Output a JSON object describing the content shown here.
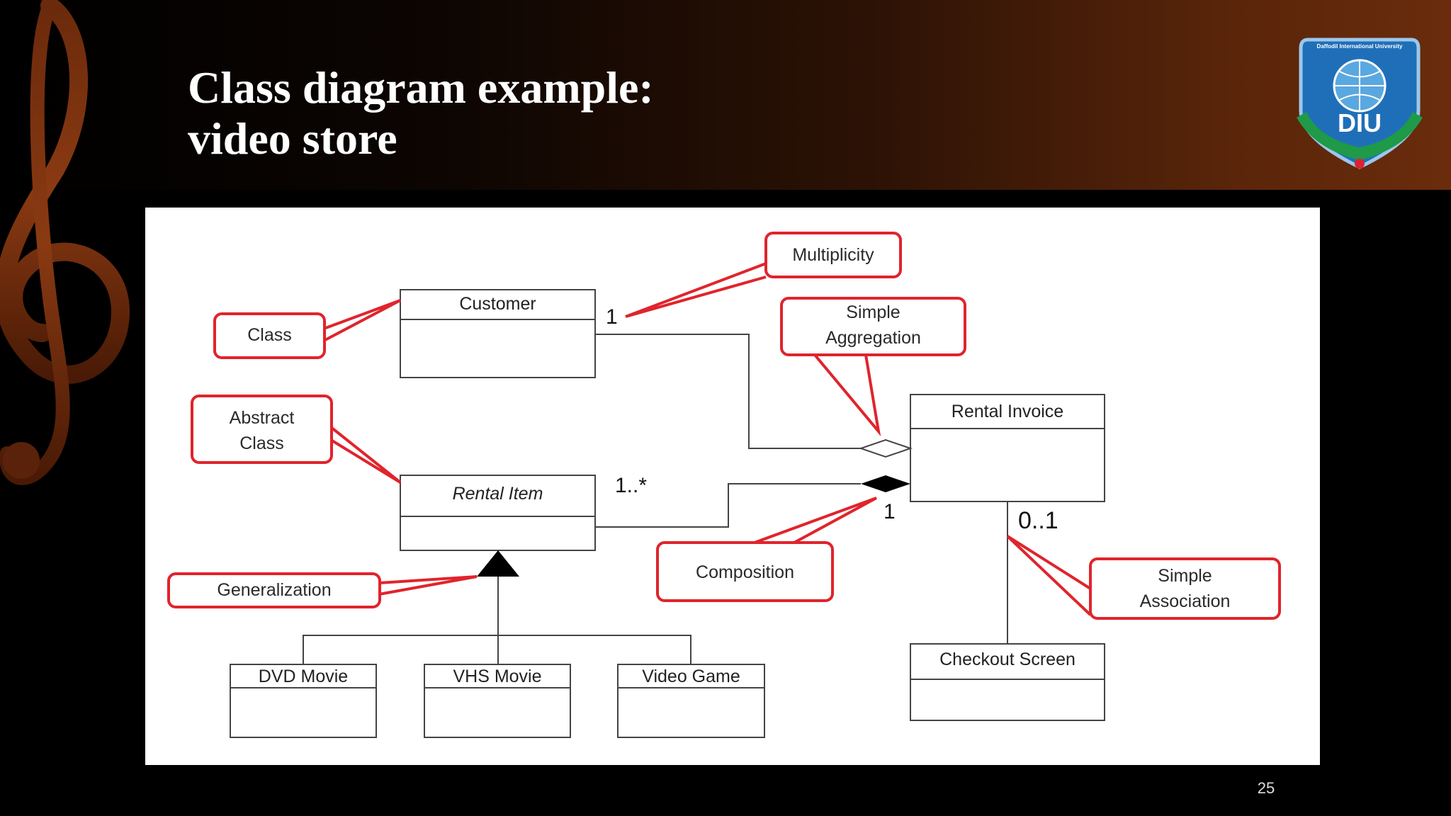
{
  "slide": {
    "title_line1": "Class diagram example:",
    "title_line2": "video store",
    "page_number": "25"
  },
  "logo": {
    "text": "Daffodil International University",
    "letters": "DIU"
  },
  "colors": {
    "callout_border": "#e0242c",
    "background": "#000000",
    "header_accent": "#6a2c0c",
    "canvas": "#ffffff"
  },
  "diagram": {
    "classes": {
      "customer": "Customer",
      "rental_item": "Rental Item",
      "rental_invoice": "Rental Invoice",
      "dvd_movie": "DVD Movie",
      "vhs_movie": "VHS Movie",
      "video_game": "Video Game",
      "checkout_screen": "Checkout Screen"
    },
    "multiplicities": {
      "customer_end": "1",
      "rental_item_end": "1..*",
      "invoice_composition_end": "1",
      "invoice_association_end": "0..1"
    },
    "callouts": {
      "class": "Class",
      "abstract_class_line1": "Abstract",
      "abstract_class_line2": "Class",
      "generalization": "Generalization",
      "multiplicity": "Multiplicity",
      "simple_aggregation_line1": "Simple",
      "simple_aggregation_line2": "Aggregation",
      "composition": "Composition",
      "simple_association_line1": "Simple",
      "simple_association_line2": "Association"
    }
  }
}
